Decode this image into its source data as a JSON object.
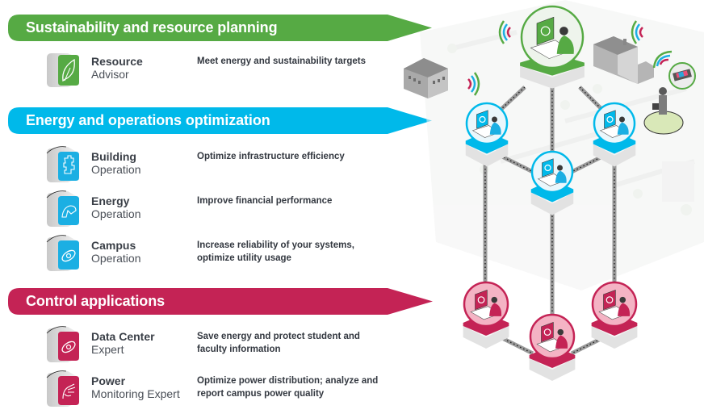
{
  "colors": {
    "green": "#56AA44",
    "blue": "#00B9EA",
    "red": "#C42355",
    "text_dark": "#333840"
  },
  "sections": [
    {
      "title": "Sustainability and resource planning",
      "color": "green",
      "items": [
        {
          "name_bold": "Resource",
          "name_light": "Advisor",
          "icon": "leaf-icon",
          "description": "Meet energy and sustainability targets"
        }
      ]
    },
    {
      "title": "Energy and operations optimization",
      "color": "blue",
      "items": [
        {
          "name_bold": "Building",
          "name_light": "Operation",
          "icon": "building-puzzle-icon",
          "description": "Optimize infrastructure efficiency"
        },
        {
          "name_bold": "Energy",
          "name_light": "Operation",
          "icon": "energy-gauge-icon",
          "description": "Improve financial performance"
        },
        {
          "name_bold": "Campus",
          "name_light": "Operation",
          "icon": "orbit-eye-icon",
          "description": "Increase reliability of your systems, optimize utility usage"
        }
      ]
    },
    {
      "title": "Control applications",
      "color": "red",
      "items": [
        {
          "name_bold": "Data Center",
          "name_light": "Expert",
          "icon": "orbit-eye-icon",
          "description": "Save energy and protect student and faculty information"
        },
        {
          "name_bold": "Power",
          "name_light": "Monitoring Expert",
          "icon": "power-plug-icon",
          "description": "Optimize power distribution; analyze and report campus power quality"
        }
      ]
    }
  ],
  "illustration": {
    "top_node": {
      "tier": "green",
      "icon": "leaf-icon"
    },
    "middle_nodes": [
      {
        "tier": "blue",
        "icon": "energy-gauge-icon"
      },
      {
        "tier": "blue",
        "icon": "building-puzzle-icon"
      },
      {
        "tier": "blue",
        "icon": "network-icon"
      }
    ],
    "bottom_nodes": [
      {
        "tier": "red",
        "icon": "power-plug-icon"
      },
      {
        "tier": "red",
        "icon": "running-person-icon"
      },
      {
        "tier": "red",
        "icon": "orbit-eye-icon"
      }
    ],
    "wireless_signals": 4,
    "mobile_user": {
      "icon": "tablet-in-hand-icon"
    }
  }
}
